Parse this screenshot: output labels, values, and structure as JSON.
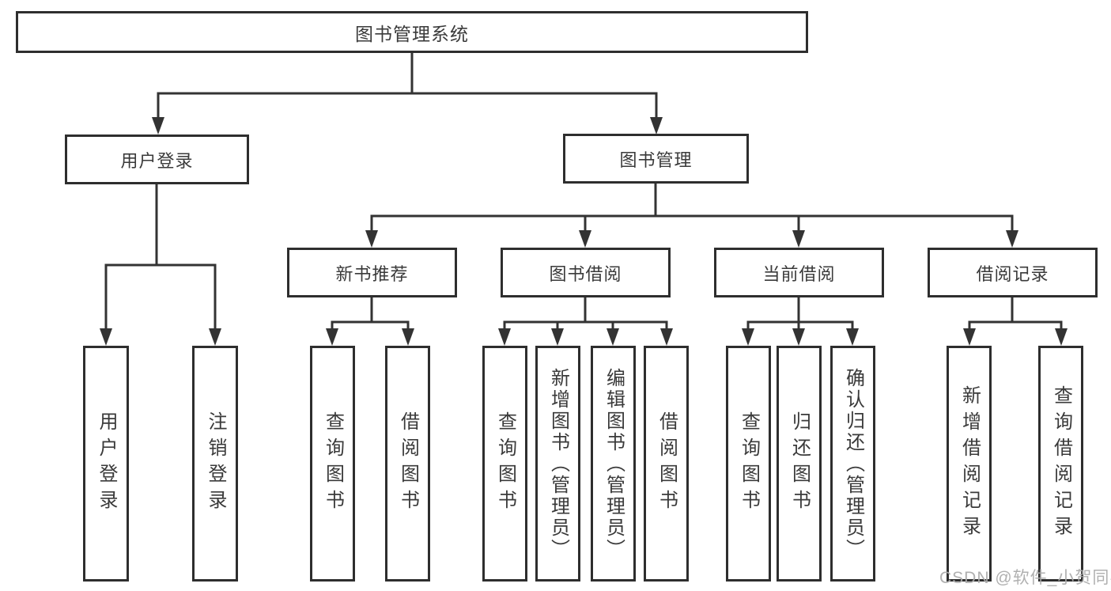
{
  "diagram": {
    "title": "图书管理系统",
    "tree": {
      "root": "图书管理系统",
      "level2": [
        "用户登录",
        "图书管理"
      ],
      "level3": [
        "新书推荐",
        "图书借阅",
        "当前借阅",
        "借阅记录"
      ],
      "leaves_user_login": [
        "用户登录",
        "注销登录"
      ],
      "leaves_new_books": [
        "查询图书",
        "借阅图书"
      ],
      "leaves_book_borrow": [
        "查询图书",
        "新增图书（管理员）",
        "编辑图书（管理员）",
        "借阅图书"
      ],
      "leaves_current_borrow": [
        "查询图书",
        "归还图书",
        "确认归还（管理员）"
      ],
      "leaves_borrow_records": [
        "新增借阅记录",
        "查询借阅记录"
      ]
    },
    "colors": {
      "line": "#333333",
      "box_border": "#2e2e2e",
      "text": "#3a3a3a",
      "background": "#ffffff",
      "watermark": "#acacac"
    }
  },
  "watermark": {
    "text": "CSDN @软件_小贺同学"
  }
}
